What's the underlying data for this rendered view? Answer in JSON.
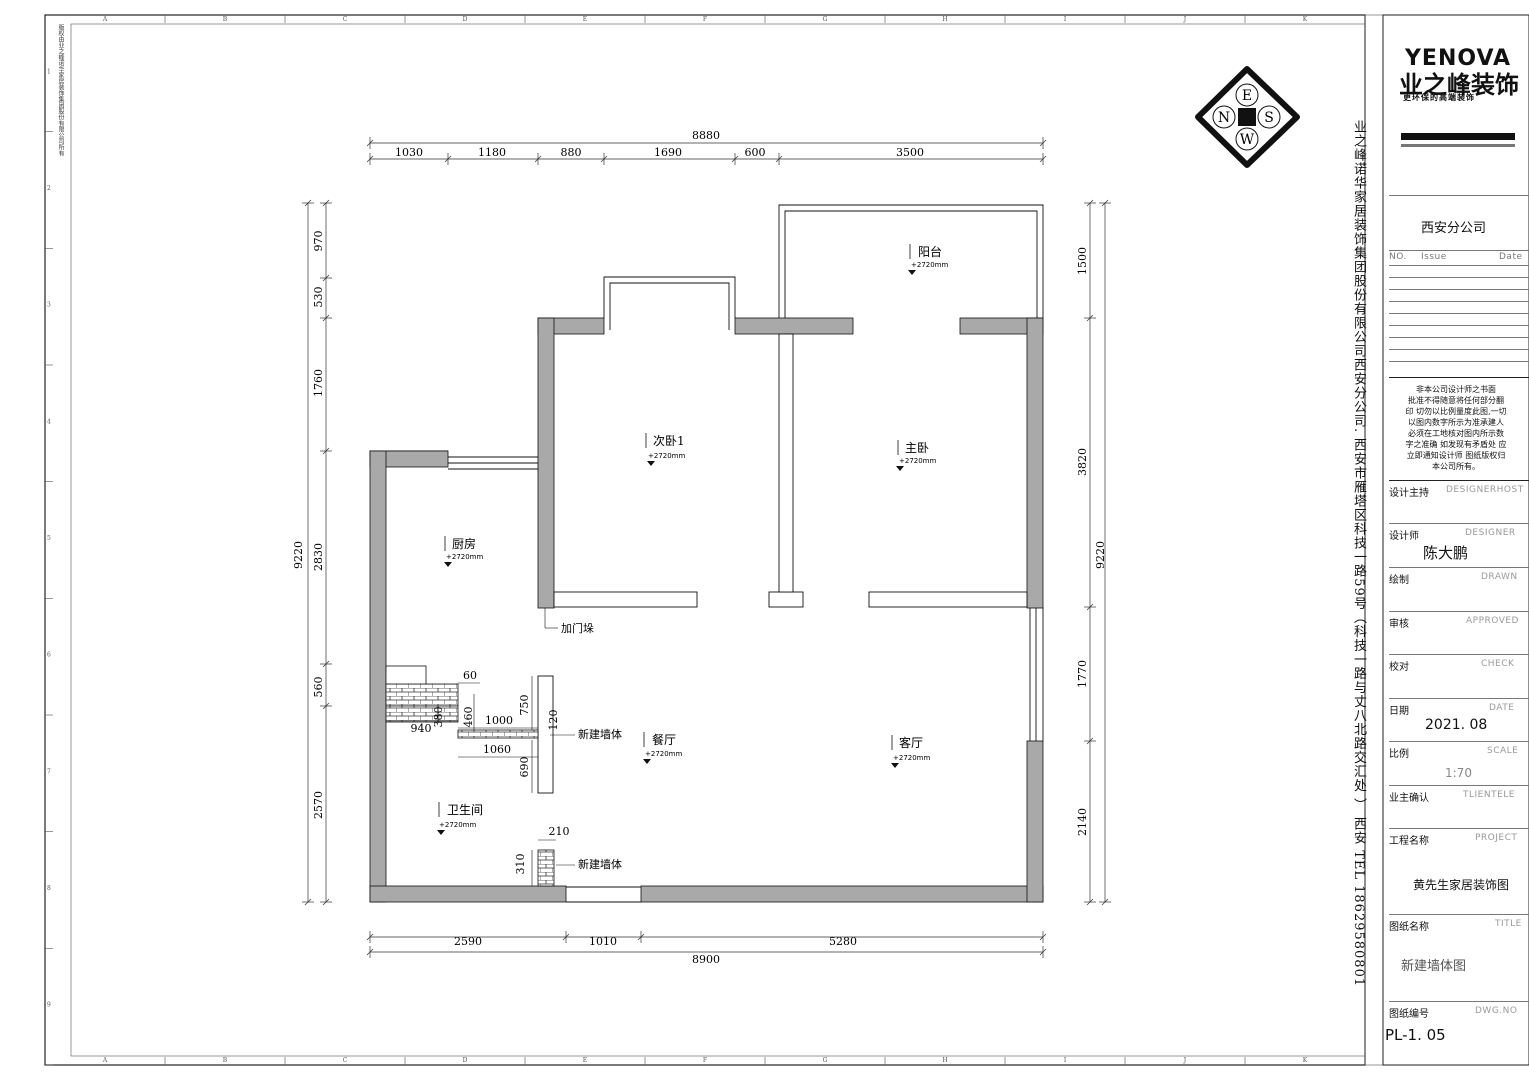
{
  "colors": {
    "wall": "#a9a9a9",
    "line": "#111111",
    "frame": "#222222"
  },
  "compass": {
    "n": "N",
    "s": "S",
    "e": "E",
    "w": "W"
  },
  "dims": {
    "top_total": "8880",
    "top_segments": [
      "1030",
      "1180",
      "880",
      "1690",
      "600",
      "3500"
    ],
    "bottom_segments": [
      "2590",
      "1010",
      "5280"
    ],
    "bottom_total": "8900",
    "left_total": "9220",
    "left_segments": [
      "970",
      "530",
      "1760",
      "2830",
      "560",
      "2570"
    ],
    "right_total": "9220",
    "right_segments": [
      "1500",
      "3820",
      "1770",
      "2140"
    ],
    "inner": [
      "60",
      "460",
      "1000",
      "940",
      "380",
      "750",
      "120",
      "1060",
      "690",
      "210",
      "310"
    ]
  },
  "rooms": {
    "balcony": "阳台",
    "second_bedroom": "次卧1",
    "master_bedroom": "主卧",
    "kitchen": "厨房",
    "dining": "餐厅",
    "living": "客厅",
    "bathroom": "卫生间"
  },
  "elevation": "+2720mm",
  "elevation_short": "+2720mm",
  "annotations": {
    "door_pier": "加门垛",
    "new_wall_1": "新建墙体",
    "new_wall_2": "新建墙体"
  },
  "side_text": {
    "company": "业之峰诺华家居装饰集团股份有限公司西安分公司. 西安市雁塔区科技一路59号（科技一路与丈八北路交汇处 ） 西安 TEL 18629580801",
    "copyright": "版权由业之峰诺华家居装饰集团股份有限公司所有"
  },
  "title_block": {
    "logo_en": "YENOVA",
    "logo_cn": "业之峰装饰",
    "logo_sub": "更环保的高端装饰",
    "branch": "西安分公司",
    "issue_no": "NO.",
    "issue": "Issue",
    "issue_date": "Date",
    "notice": [
      "非本公司设计师之书面",
      "批准不得随意将任何部分翻",
      "印 切勿以比例量度此图,一切",
      "以图内数字所示为准承建人",
      "必须在工地核对图内所示数",
      "字之准确 如发现有矛盾处 应",
      "立即通知设计师 图纸版权归",
      "本公司所有。"
    ],
    "designer_host_label": "设计主持",
    "designer_host_en": "DESIGNERHOST",
    "designer_label": "设计师",
    "designer_en": "DESIGNER",
    "designer_name": "陈大鹏",
    "drawn_label": "绘制",
    "drawn_en": "DRAWN",
    "approved_label": "审核",
    "approved_en": "APPROVED",
    "check_label": "校对",
    "check_en": "CHECK",
    "date_label": "日期",
    "date_en": "DATE",
    "date_value": "2021. 08",
    "scale_label": "比例",
    "scale_en": "SCALE",
    "scale_value": "1:70",
    "client_label": "业主确认",
    "client_en": "TLIENTELE",
    "project_label": "工程名称",
    "project_en": "PROJECT",
    "project_value": "黄先生家居装饰图",
    "drawing_label": "图纸名称",
    "drawing_en": "TITLE",
    "drawing_value": "新建墙体图",
    "dwg_label": "图纸编号",
    "dwg_en": "DWG.NO",
    "dwg_value": "PL-1. 05"
  },
  "grid": {
    "cols": [
      "A",
      "B",
      "C",
      "D",
      "E",
      "F",
      "G",
      "H",
      "I",
      "J",
      "K"
    ],
    "rows": [
      "1",
      "2",
      "3",
      "4",
      "5",
      "6",
      "7",
      "8",
      "9"
    ]
  }
}
